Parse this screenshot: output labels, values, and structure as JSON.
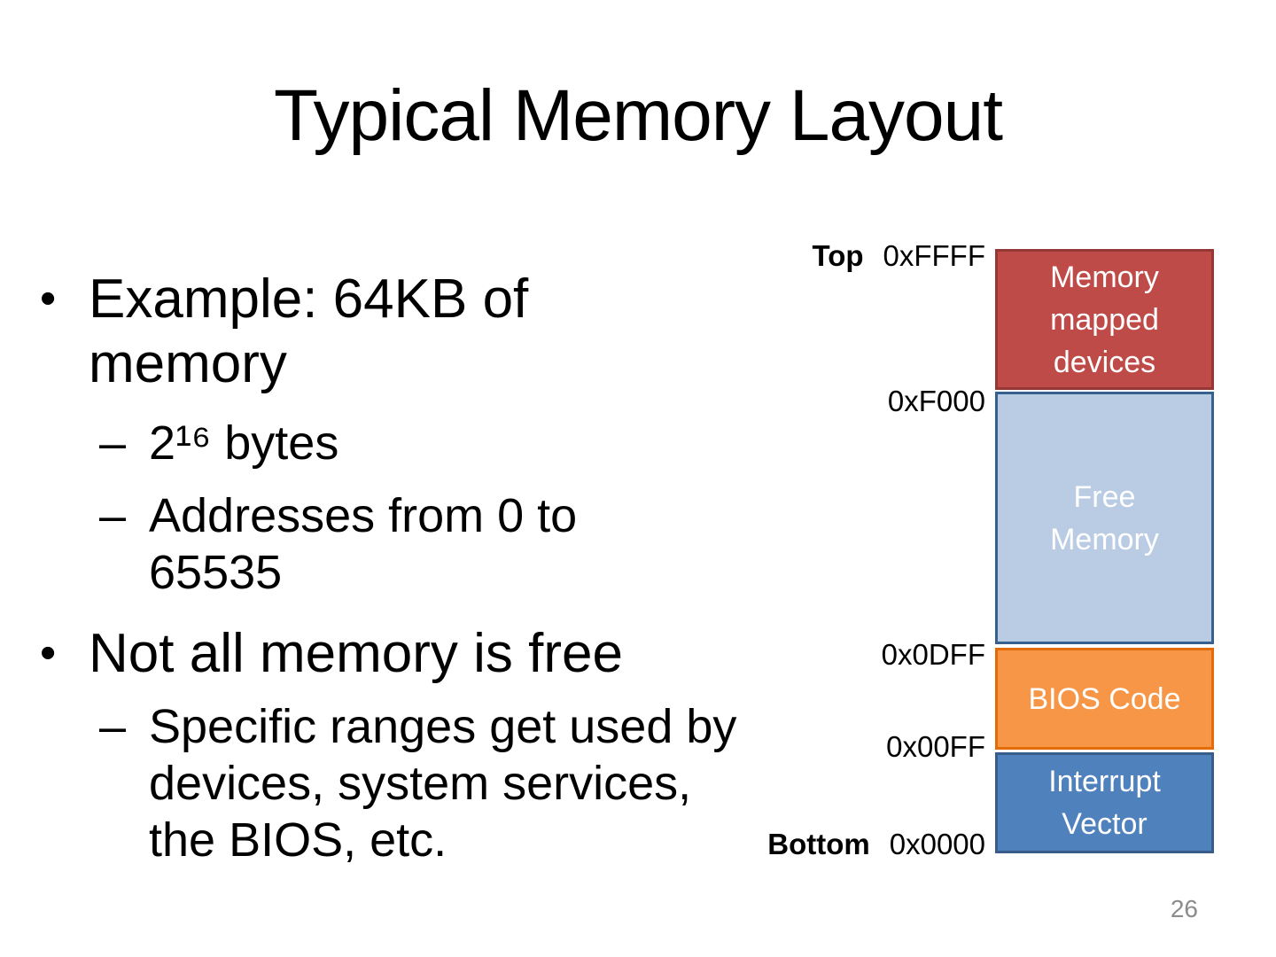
{
  "slide": {
    "title": "Typical Memory Layout",
    "page_number": "26",
    "bullets": [
      {
        "level": 1,
        "marker": "•",
        "text": "Example: 64KB of\nmemory"
      },
      {
        "level": 2,
        "marker": "–",
        "text": "2¹⁶ bytes"
      },
      {
        "level": 2,
        "marker": "–",
        "text": "Addresses from 0 to\n65535"
      },
      {
        "level": 1,
        "marker": "•",
        "text": "Not all memory is free"
      },
      {
        "level": 2,
        "marker": "–",
        "text": "Specific ranges get used by\ndevices, system services,\nthe BIOS, etc."
      }
    ]
  },
  "diagram": {
    "top_label": "Top",
    "bottom_label": "Bottom",
    "addresses": [
      "0xFFFF",
      "0xF000",
      "0x0DFF",
      "0x00FF",
      "0x0000"
    ],
    "blocks": [
      {
        "name": "memory-mapped-devices",
        "label": "Memory\nmapped\ndevices",
        "fill": "#BE4B48",
        "border": "#953735",
        "range_top": "0xFFFF",
        "range_bottom": "0xF000"
      },
      {
        "name": "free-memory",
        "label": "Free\nMemory",
        "fill": "#BACCE4",
        "border": "#36608E",
        "range_top": "0xF000",
        "range_bottom": "0x0DFF"
      },
      {
        "name": "bios-code",
        "label": "BIOS Code",
        "fill": "#F79646",
        "border": "#E36C09",
        "range_top": "0x0DFF",
        "range_bottom": "0x00FF"
      },
      {
        "name": "interrupt-vector",
        "label": "Interrupt\nVector",
        "fill": "#4F81BD",
        "border": "#385D8A",
        "range_top": "0x00FF",
        "range_bottom": "0x0000"
      }
    ],
    "text_color": "#FFFFFF"
  }
}
